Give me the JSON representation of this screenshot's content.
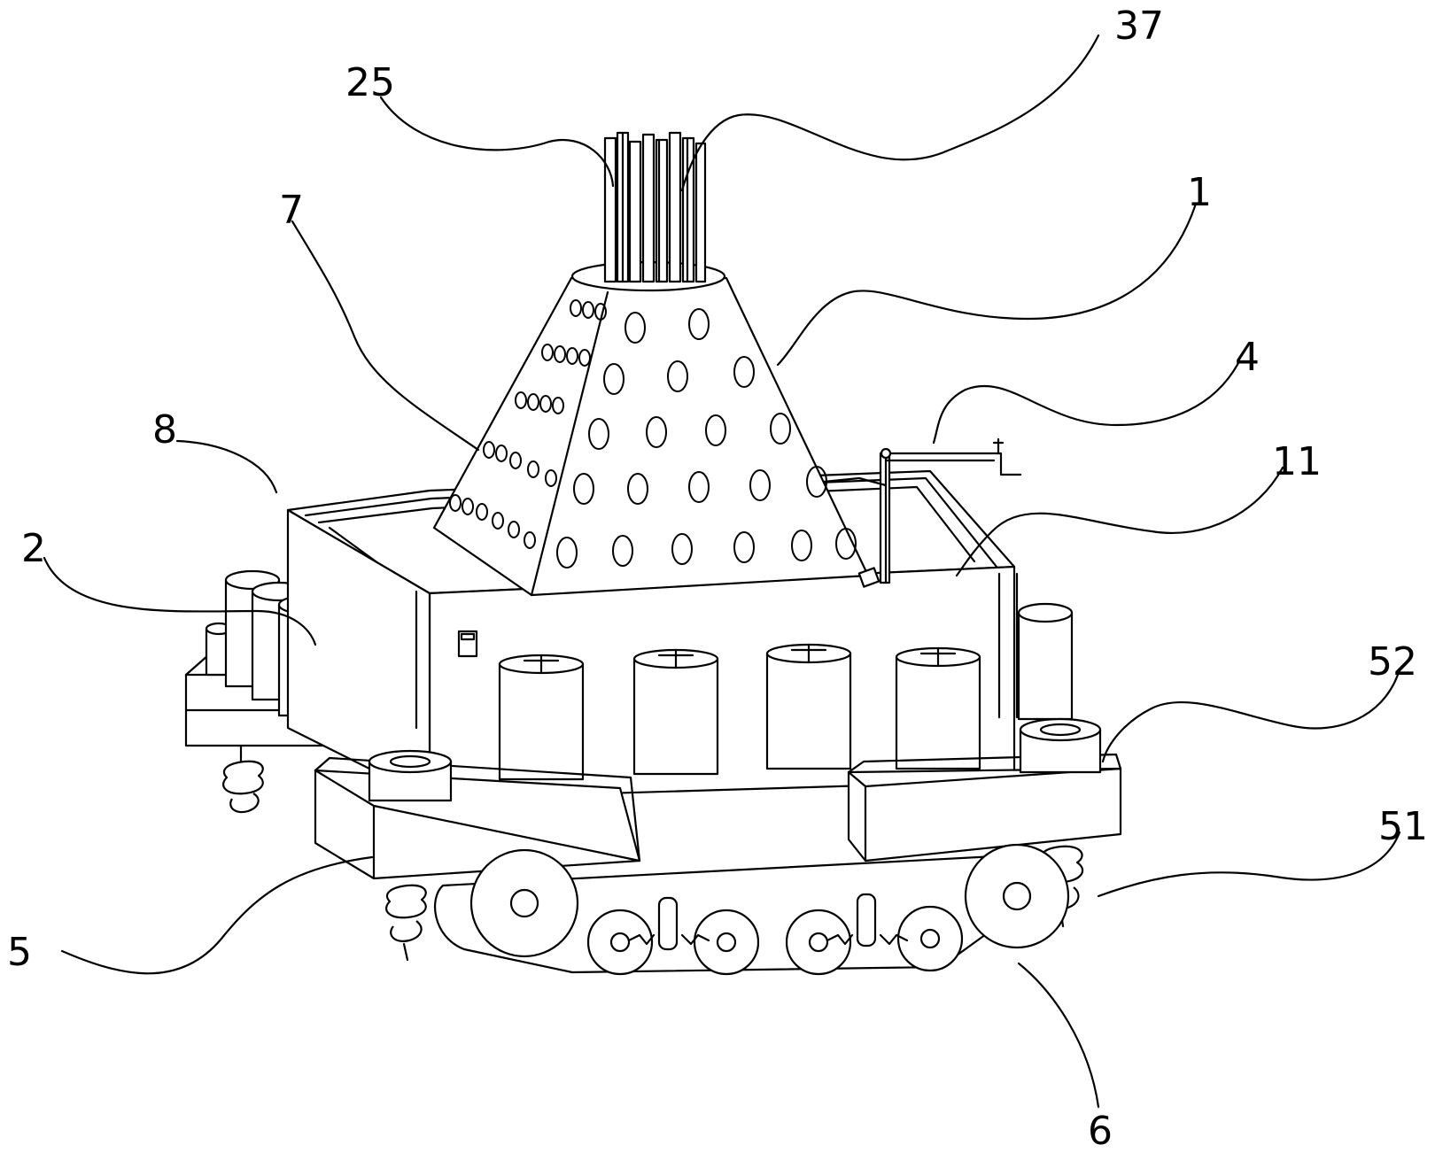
{
  "labels": {
    "l25": "25",
    "l37": "37",
    "l7": "7",
    "l1": "1",
    "l4": "4",
    "l8": "8",
    "l11": "11",
    "l2": "2",
    "l52": "52",
    "l51": "51",
    "l5": "5",
    "l6": "6"
  }
}
